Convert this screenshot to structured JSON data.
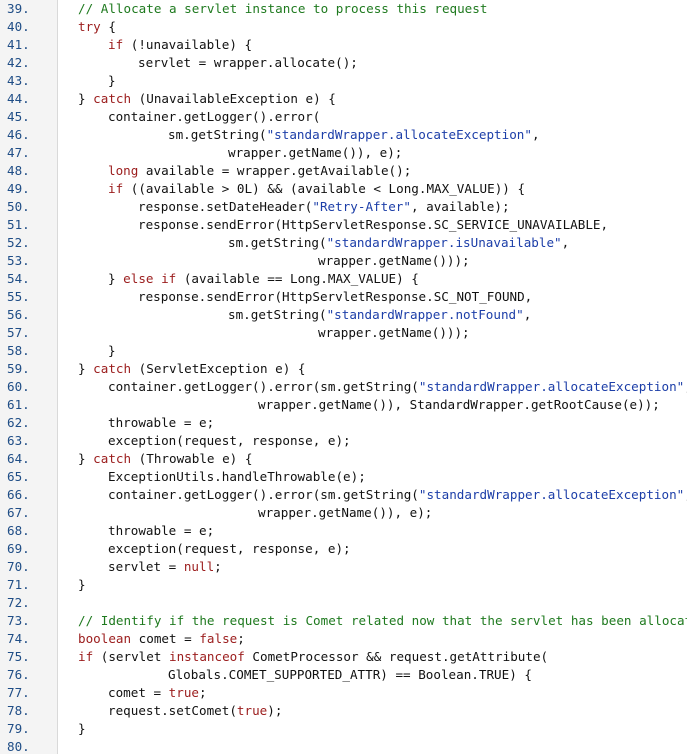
{
  "palette": {
    "background": "#ffffff",
    "gutter_bg": "#f4f4f4",
    "line_number": "#1f4d86",
    "keyword": "#9b1c1c",
    "string": "#1c3ea8",
    "comment": "#1f7a1f",
    "text": "#111111"
  },
  "lines": [
    {
      "num": "39.",
      "indent": 0,
      "tokens": [
        {
          "t": "// Allocate a servlet instance to process this request",
          "c": "com"
        }
      ]
    },
    {
      "num": "40.",
      "indent": 0,
      "tokens": [
        {
          "t": "try",
          "c": "kw"
        },
        {
          "t": " {",
          "c": "plain"
        }
      ]
    },
    {
      "num": "41.",
      "indent": 1,
      "tokens": [
        {
          "t": "if",
          "c": "kw"
        },
        {
          "t": " (!unavailable) {",
          "c": "plain"
        }
      ]
    },
    {
      "num": "42.",
      "indent": 2,
      "tokens": [
        {
          "t": "servlet = wrapper.allocate();",
          "c": "plain"
        }
      ]
    },
    {
      "num": "43.",
      "indent": 1,
      "tokens": [
        {
          "t": "}",
          "c": "plain"
        }
      ]
    },
    {
      "num": "44.",
      "indent": 0,
      "tokens": [
        {
          "t": "} ",
          "c": "plain"
        },
        {
          "t": "catch",
          "c": "kw"
        },
        {
          "t": " (UnavailableException e) {",
          "c": "plain"
        }
      ]
    },
    {
      "num": "45.",
      "indent": 1,
      "tokens": [
        {
          "t": "container.getLogger().error(",
          "c": "plain"
        }
      ]
    },
    {
      "num": "46.",
      "indent": 3,
      "tokens": [
        {
          "t": "sm.getString(",
          "c": "plain"
        },
        {
          "t": "\"standardWrapper.allocateException\"",
          "c": "str"
        },
        {
          "t": ",",
          "c": "plain"
        }
      ]
    },
    {
      "num": "47.",
      "indent": 5,
      "tokens": [
        {
          "t": "wrapper.getName()), e);",
          "c": "plain"
        }
      ]
    },
    {
      "num": "48.",
      "indent": 1,
      "tokens": [
        {
          "t": "long",
          "c": "kw"
        },
        {
          "t": " available = wrapper.getAvailable();",
          "c": "plain"
        }
      ]
    },
    {
      "num": "49.",
      "indent": 1,
      "tokens": [
        {
          "t": "if",
          "c": "kw"
        },
        {
          "t": " ((available > 0L) && (available < Long.MAX_VALUE)) {",
          "c": "plain"
        }
      ]
    },
    {
      "num": "50.",
      "indent": 2,
      "tokens": [
        {
          "t": "response.setDateHeader(",
          "c": "plain"
        },
        {
          "t": "\"Retry-After\"",
          "c": "str"
        },
        {
          "t": ", available);",
          "c": "plain"
        }
      ]
    },
    {
      "num": "51.",
      "indent": 2,
      "tokens": [
        {
          "t": "response.sendError(HttpServletResponse.SC_SERVICE_UNAVAILABLE,",
          "c": "plain"
        }
      ]
    },
    {
      "num": "52.",
      "indent": 5,
      "tokens": [
        {
          "t": "sm.getString(",
          "c": "plain"
        },
        {
          "t": "\"standardWrapper.isUnavailable\"",
          "c": "str"
        },
        {
          "t": ",",
          "c": "plain"
        }
      ]
    },
    {
      "num": "53.",
      "indent": 8,
      "tokens": [
        {
          "t": "wrapper.getName()));",
          "c": "plain"
        }
      ]
    },
    {
      "num": "54.",
      "indent": 1,
      "tokens": [
        {
          "t": "} ",
          "c": "plain"
        },
        {
          "t": "else if",
          "c": "kw"
        },
        {
          "t": " (available == Long.MAX_VALUE) {",
          "c": "plain"
        }
      ]
    },
    {
      "num": "55.",
      "indent": 2,
      "tokens": [
        {
          "t": "response.sendError(HttpServletResponse.SC_NOT_FOUND,",
          "c": "plain"
        }
      ]
    },
    {
      "num": "56.",
      "indent": 5,
      "tokens": [
        {
          "t": "sm.getString(",
          "c": "plain"
        },
        {
          "t": "\"standardWrapper.notFound\"",
          "c": "str"
        },
        {
          "t": ",",
          "c": "plain"
        }
      ]
    },
    {
      "num": "57.",
      "indent": 8,
      "tokens": [
        {
          "t": "wrapper.getName()));",
          "c": "plain"
        }
      ]
    },
    {
      "num": "58.",
      "indent": 1,
      "tokens": [
        {
          "t": "}",
          "c": "plain"
        }
      ]
    },
    {
      "num": "59.",
      "indent": 0,
      "tokens": [
        {
          "t": "} ",
          "c": "plain"
        },
        {
          "t": "catch",
          "c": "kw"
        },
        {
          "t": " (ServletException e) {",
          "c": "plain"
        }
      ]
    },
    {
      "num": "60.",
      "indent": 1,
      "tokens": [
        {
          "t": "container.getLogger().error(sm.getString(",
          "c": "plain"
        },
        {
          "t": "\"standardWrapper.allocateException\"",
          "c": "str"
        },
        {
          "t": ",",
          "c": "plain"
        }
      ]
    },
    {
      "num": "61.",
      "indent": 6,
      "tokens": [
        {
          "t": "wrapper.getName()), StandardWrapper.getRootCause(e));",
          "c": "plain"
        }
      ]
    },
    {
      "num": "62.",
      "indent": 1,
      "tokens": [
        {
          "t": "throwable = e;",
          "c": "plain"
        }
      ]
    },
    {
      "num": "63.",
      "indent": 1,
      "tokens": [
        {
          "t": "exception(request, response, e);",
          "c": "plain"
        }
      ]
    },
    {
      "num": "64.",
      "indent": 0,
      "tokens": [
        {
          "t": "} ",
          "c": "plain"
        },
        {
          "t": "catch",
          "c": "kw"
        },
        {
          "t": " (Throwable e) {",
          "c": "plain"
        }
      ]
    },
    {
      "num": "65.",
      "indent": 1,
      "tokens": [
        {
          "t": "ExceptionUtils.handleThrowable(e);",
          "c": "plain"
        }
      ]
    },
    {
      "num": "66.",
      "indent": 1,
      "tokens": [
        {
          "t": "container.getLogger().error(sm.getString(",
          "c": "plain"
        },
        {
          "t": "\"standardWrapper.allocateException\"",
          "c": "str"
        },
        {
          "t": ",",
          "c": "plain"
        }
      ]
    },
    {
      "num": "67.",
      "indent": 6,
      "tokens": [
        {
          "t": "wrapper.getName()), e);",
          "c": "plain"
        }
      ]
    },
    {
      "num": "68.",
      "indent": 1,
      "tokens": [
        {
          "t": "throwable = e;",
          "c": "plain"
        }
      ]
    },
    {
      "num": "69.",
      "indent": 1,
      "tokens": [
        {
          "t": "exception(request, response, e);",
          "c": "plain"
        }
      ]
    },
    {
      "num": "70.",
      "indent": 1,
      "tokens": [
        {
          "t": "servlet = ",
          "c": "plain"
        },
        {
          "t": "null",
          "c": "kw"
        },
        {
          "t": ";",
          "c": "plain"
        }
      ]
    },
    {
      "num": "71.",
      "indent": 0,
      "tokens": [
        {
          "t": "}",
          "c": "plain"
        }
      ]
    },
    {
      "num": "72.",
      "indent": 0,
      "tokens": []
    },
    {
      "num": "73.",
      "indent": 0,
      "tokens": [
        {
          "t": "// Identify if the request is Comet related now that the servlet has been allocated",
          "c": "com"
        }
      ]
    },
    {
      "num": "74.",
      "indent": 0,
      "tokens": [
        {
          "t": "boolean",
          "c": "kw"
        },
        {
          "t": " comet = ",
          "c": "plain"
        },
        {
          "t": "false",
          "c": "kw"
        },
        {
          "t": ";",
          "c": "plain"
        }
      ]
    },
    {
      "num": "75.",
      "indent": 0,
      "tokens": [
        {
          "t": "if",
          "c": "kw"
        },
        {
          "t": " (servlet ",
          "c": "plain"
        },
        {
          "t": "instanceof",
          "c": "kw"
        },
        {
          "t": " CometProcessor && request.getAttribute(",
          "c": "plain"
        }
      ]
    },
    {
      "num": "76.",
      "indent": 3,
      "tokens": [
        {
          "t": "Globals.COMET_SUPPORTED_ATTR) == Boolean.TRUE) {",
          "c": "plain"
        }
      ]
    },
    {
      "num": "77.",
      "indent": 1,
      "tokens": [
        {
          "t": "comet = ",
          "c": "plain"
        },
        {
          "t": "true",
          "c": "kw"
        },
        {
          "t": ";",
          "c": "plain"
        }
      ]
    },
    {
      "num": "78.",
      "indent": 1,
      "tokens": [
        {
          "t": "request.setComet(",
          "c": "plain"
        },
        {
          "t": "true",
          "c": "kw"
        },
        {
          "t": ");",
          "c": "plain"
        }
      ]
    },
    {
      "num": "79.",
      "indent": 0,
      "tokens": [
        {
          "t": "}",
          "c": "plain"
        }
      ]
    },
    {
      "num": "80.",
      "indent": 0,
      "tokens": []
    }
  ]
}
